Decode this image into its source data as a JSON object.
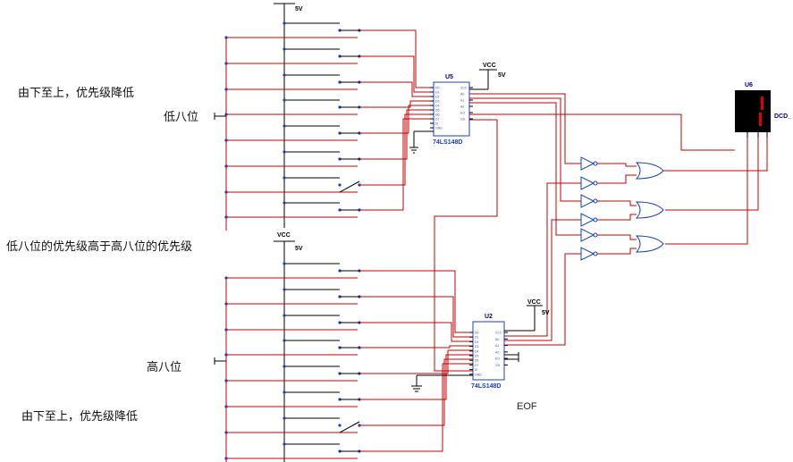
{
  "annotations": {
    "low_priority_note": "由下至上，优先级降低",
    "low_byte": "低八位",
    "priority_note": "低八位的优先级高于高八位的优先级",
    "high_byte": "高八位",
    "high_priority_note": "由下至上，优先级降低"
  },
  "power": {
    "top_rail": "5V",
    "low_rail_label": "VCC",
    "low_rail": "5V",
    "u5_vcc": "VCC",
    "u5_v": "5V",
    "u2_vcc": "VCC",
    "u2_v": "5V"
  },
  "chips": {
    "u5_ref": "U5",
    "u5_part": "74LS148D",
    "u2_ref": "U2",
    "u2_part": "74LS148D",
    "u6_ref": "U6",
    "u6_part": "DCD_",
    "display_digit": "1"
  },
  "labels": {
    "eof": "EOF"
  },
  "pins": {
    "left": [
      "D0",
      "D1",
      "D2",
      "D3",
      "D4",
      "D5",
      "D6",
      "D7",
      "EI",
      "GND"
    ],
    "right": [
      "VCC",
      "A0",
      "A1",
      "A2",
      "EO",
      "GS"
    ]
  },
  "colors": {
    "wire": "#c00000",
    "component": "#1a3fbf",
    "display": "#000000",
    "segment": "#e00000"
  }
}
